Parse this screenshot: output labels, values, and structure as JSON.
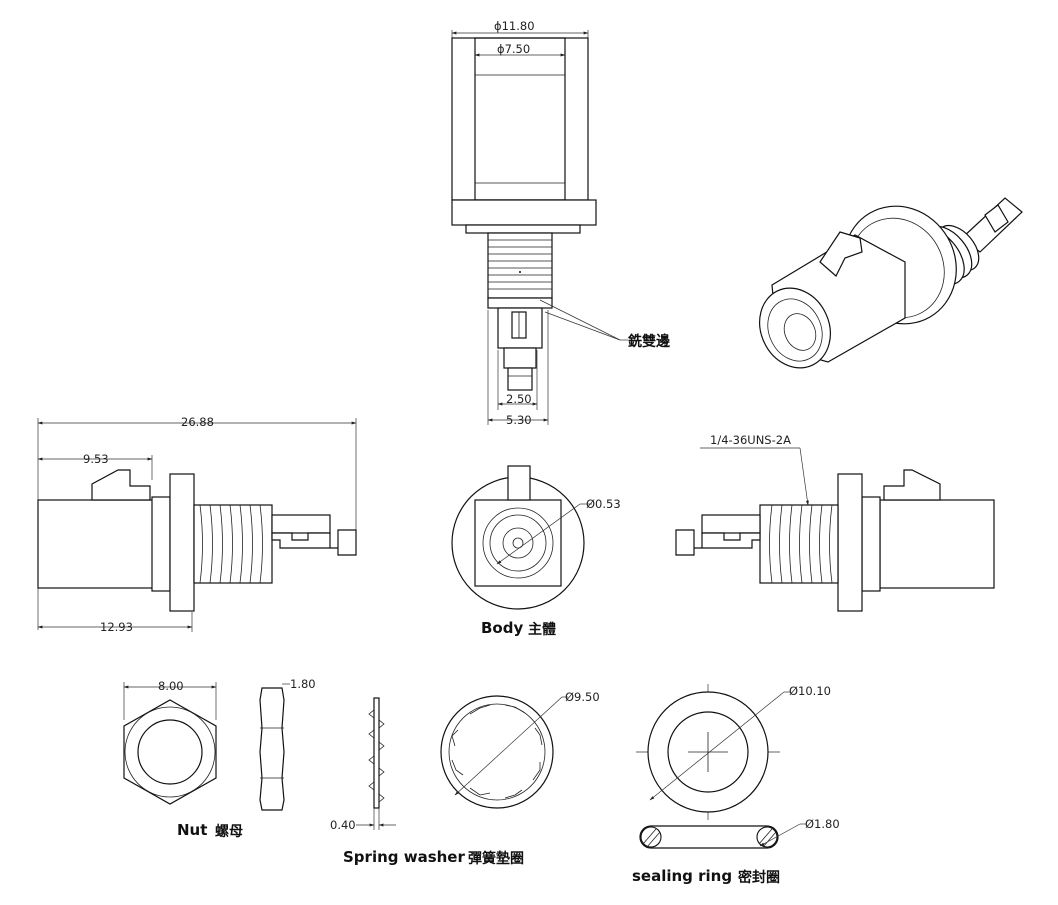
{
  "top_view": {
    "outer_diameter": "ϕ11.80",
    "inner_diameter": "ϕ7.50",
    "flats_label": "銑雙邊",
    "flat_width": "2.50",
    "pin_width": "5.30"
  },
  "side_view": {
    "overall_length": "26.88",
    "tab_offset": "9.53",
    "body_length": "12.93",
    "thread_spec": "1/4-36UNS-2A"
  },
  "body": {
    "pin_diameter": "Ø0.53",
    "caption_en": "Body",
    "caption_cn": "主體"
  },
  "nut": {
    "across_flats": "8.00",
    "thickness": "1.80",
    "caption_en": "Nut",
    "caption_cn": "螺母"
  },
  "spring_washer": {
    "thickness": "0.40",
    "diameter": "Ø9.50",
    "caption_en": "Spring washer",
    "caption_cn": "彈簧墊圈"
  },
  "sealing_ring": {
    "outer_diameter": "Ø10.10",
    "cross_section": "Ø1.80",
    "caption_en": "sealing  ring",
    "caption_cn": "密封圈"
  }
}
